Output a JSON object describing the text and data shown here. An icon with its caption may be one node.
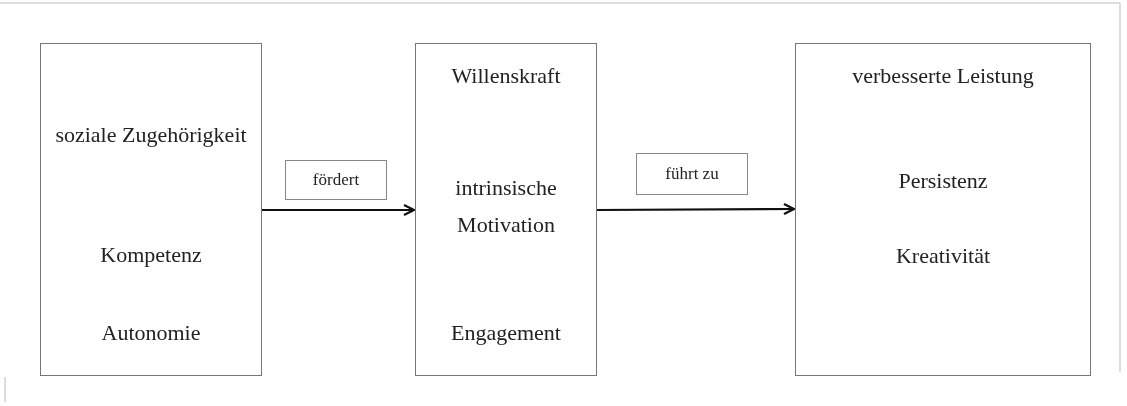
{
  "diagram": {
    "nodes": [
      {
        "text": [
          "soziale Zugehörigkeit",
          "Kompetenz",
          "Autonomie"
        ]
      },
      {
        "text": [
          "Willenskraft",
          "intrinsische Motivation",
          "Engagement"
        ]
      },
      {
        "text": [
          "verbesserte Leistung",
          "Persistenz",
          "Kreativität"
        ]
      }
    ],
    "edges": [
      {
        "from": 0,
        "to": 1,
        "arrow": "to",
        "label": "fördert"
      },
      {
        "from": 1,
        "to": 2,
        "arrow": "to",
        "label": "führt zu"
      }
    ]
  }
}
